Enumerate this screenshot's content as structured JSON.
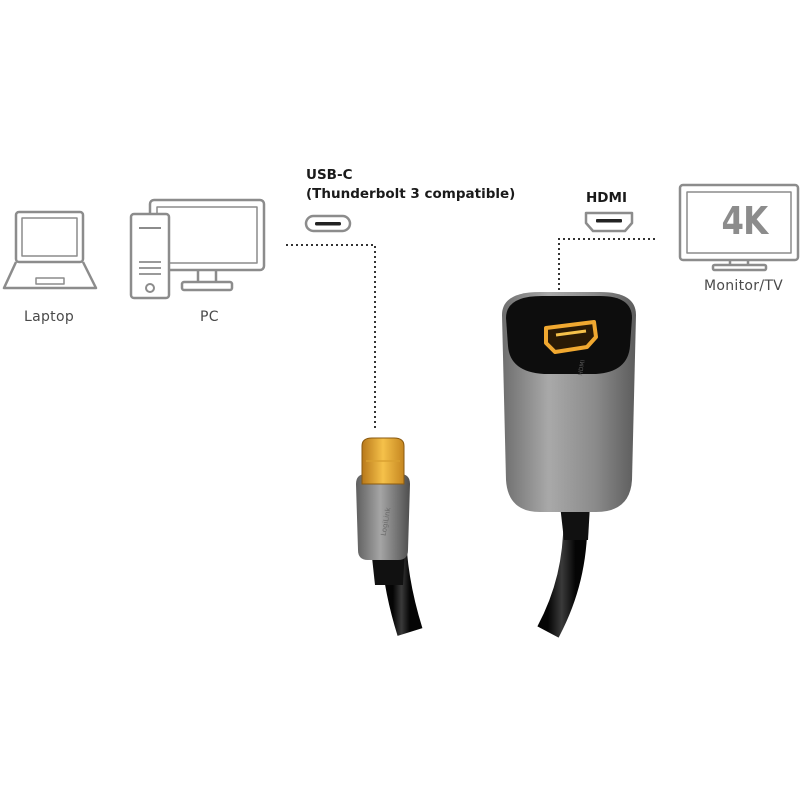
{
  "devices": {
    "laptop_label": "Laptop",
    "pc_label": "PC",
    "monitor_label": "Monitor/TV",
    "monitor_screen_text": "4K"
  },
  "ports": {
    "usbc_title": "USB-C",
    "usbc_subtitle": "(Thunderbolt 3 compatible)",
    "hdmi_title": "HDMI"
  },
  "product": {
    "brand_engraving": "LogiLink"
  },
  "colors": {
    "icon_stroke": "#8c8c8c",
    "label_text": "#4a4a4a",
    "port_label_text": "#1a1a1a",
    "connector_gold": "#e0a22a",
    "housing_gray": "#8e8e8e",
    "cable_black": "#151515"
  }
}
